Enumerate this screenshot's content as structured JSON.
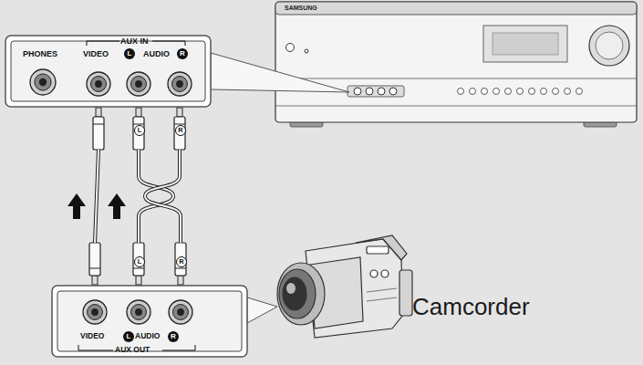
{
  "diagram": {
    "nodes": [
      {
        "text": [
          "PHONES",
          "AUX IN",
          "VIDEO",
          "L",
          "AUDIO",
          "R"
        ]
      },
      {
        "text": [
          "VIDEO",
          "L",
          "AUDIO",
          "R",
          "AUX OUT"
        ]
      }
    ],
    "edges": [
      {
        "from": 1,
        "to": 0,
        "arrow": "none"
      },
      {
        "from": 1,
        "to": 0,
        "arrow": "none"
      },
      {
        "from": 1,
        "to": 0,
        "arrow": "none"
      }
    ],
    "labels": [
      "SAMSUNG",
      "L",
      "R",
      "L",
      "R",
      "Camcorder"
    ]
  }
}
